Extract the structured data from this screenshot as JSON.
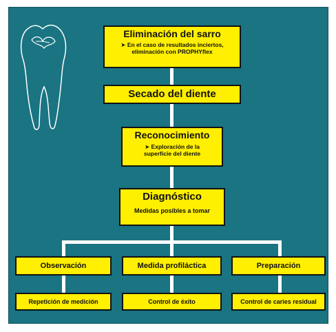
{
  "colors": {
    "background": "#1a7482",
    "box": "#ffef00",
    "connector": "#ffffff",
    "border": "#111111"
  },
  "icon": "tooth-outline-icon",
  "steps": {
    "s1": {
      "title": "Eliminación del sarro",
      "sub1": "➤ En el caso de resultados inciertos,",
      "sub2": "eliminación con PROPHYflex"
    },
    "s2": {
      "title": "Secado del diente"
    },
    "s3": {
      "title": "Reconocimiento",
      "sub1": "➤ Exploración de la",
      "sub2": "superficie del diente"
    },
    "s4": {
      "title": "Diagnóstico",
      "sub1": "Medidas posibles a tomar"
    }
  },
  "branches": [
    {
      "title": "Observación",
      "result": "Repetición de medición"
    },
    {
      "title": "Medida profiláctica",
      "result": "Control de éxito"
    },
    {
      "title": "Preparación",
      "result": "Control de caries residual"
    }
  ]
}
